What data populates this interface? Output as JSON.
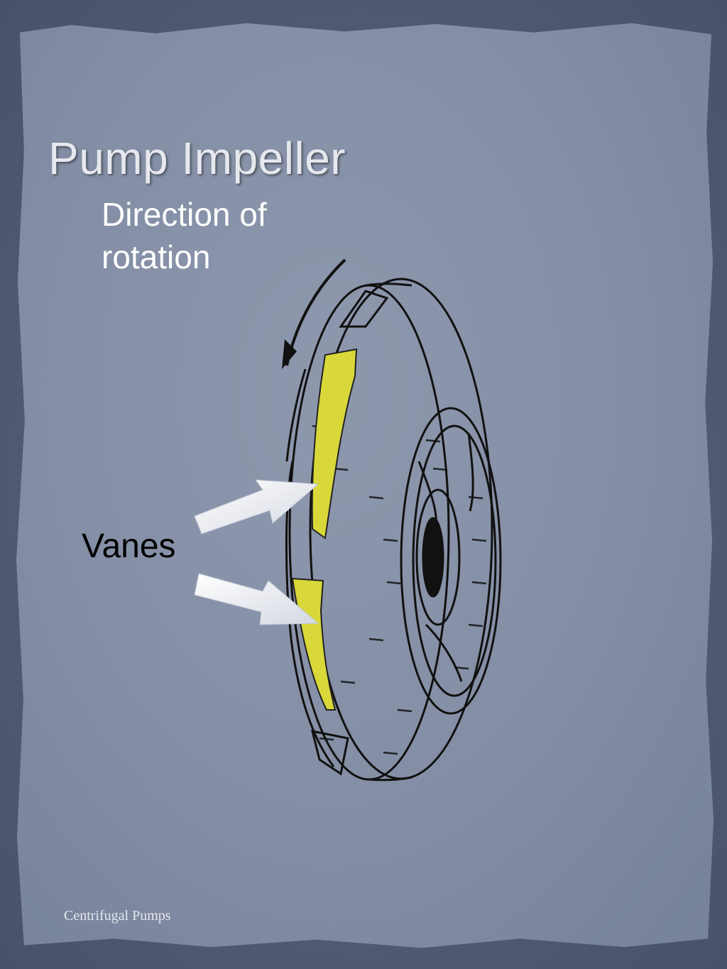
{
  "slide": {
    "title": "Pump Impeller",
    "footer": "Centrifugal Pumps"
  },
  "labels": {
    "rotation_line1": "Direction of",
    "rotation_line2": "rotation",
    "vanes": "Vanes"
  },
  "colors": {
    "background": "#4f5a72",
    "paper": "#8a94aa",
    "vane_highlight": "#d8d83a",
    "callout_arrow": "#ffffff",
    "line_art": "#111111"
  }
}
